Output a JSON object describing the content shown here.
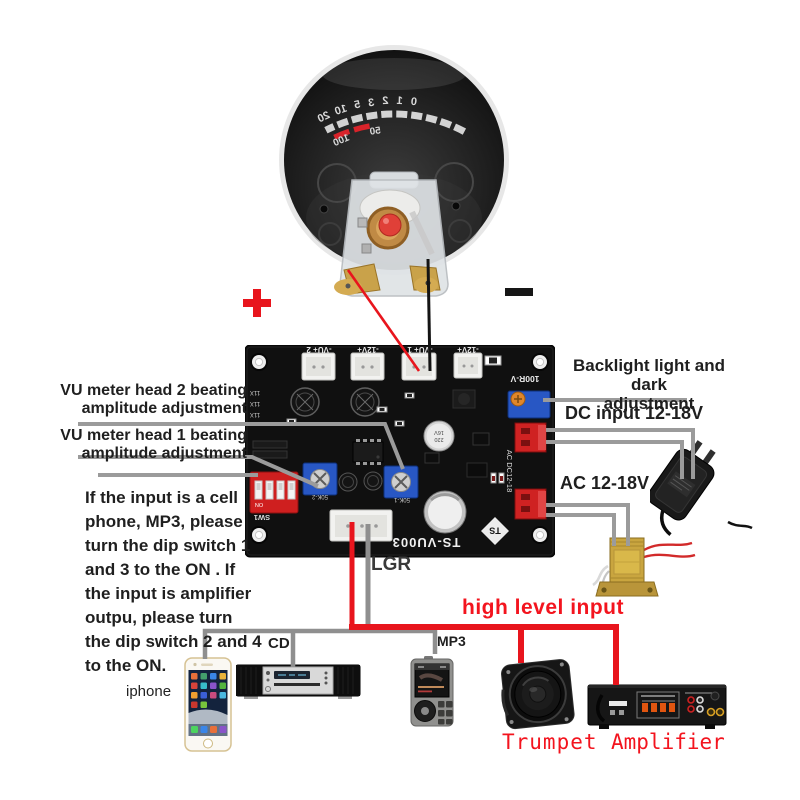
{
  "meter": {
    "ticks": [
      "0",
      "1",
      "2",
      "3",
      "5",
      "10",
      "20"
    ],
    "subticks": [
      "50",
      "100"
    ]
  },
  "polarity": {
    "plus": "+",
    "minus": "−"
  },
  "board": {
    "connectors": [
      "-VU+ 2",
      "-12V+",
      "-VU+ 1",
      "-12V+"
    ],
    "silk": {
      "res": "100R-V",
      "model": "TS-VU003",
      "sw": "SW1",
      "trim_left": "50K-2",
      "trim_right": "50K-1",
      "acdc": "AC DC12-18",
      "logo": "TS",
      "dip_on": "ON",
      "cap_line1": "220",
      "cap_line2": "16V",
      "left_marks": [
        "11X",
        "11X",
        "11X"
      ]
    }
  },
  "callouts": {
    "head2_line1": "VU meter head 2 beating",
    "head2_line2": "amplitude adjustment",
    "head1_line1": "VU meter head 1 beating",
    "head1_line2": "amplitude adjustment",
    "backlight_line1": "Backlight light and dark",
    "backlight_line2": "adjustment",
    "dc": "DC input 12-18V",
    "ac": "AC 12-18V",
    "lgr": "LGR",
    "high_level": "high level input",
    "dip_note": {
      "lines": [
        "If the input is a cell",
        "phone, MP3, please",
        "turn the dip switch 1",
        "and 3 to the ON . If",
        "the input is amplifier",
        "outpu, please turn",
        "the dip switch 2 and 4",
        "to the ON."
      ]
    }
  },
  "devices": {
    "iphone": "iphone",
    "cd": "CD",
    "mp3": "MP3",
    "trumpet": "Trumpet",
    "amplifier": "Amplifier"
  },
  "colors": {
    "accent_red": "#e8151d",
    "label_red": "#f3141e",
    "line_gray": "#9b9b9b",
    "board_black": "#101010"
  }
}
